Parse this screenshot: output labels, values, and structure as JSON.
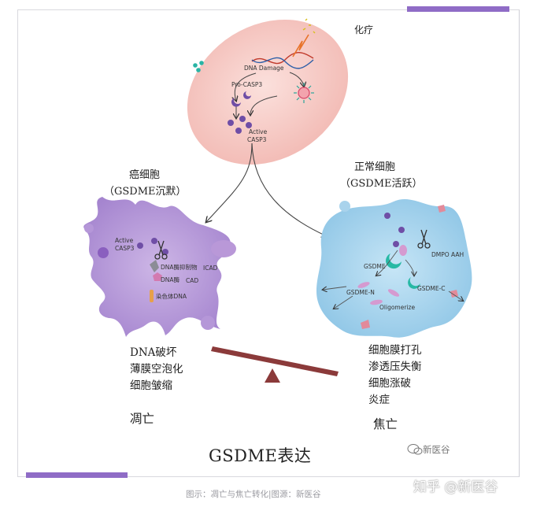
{
  "chemo": {
    "title": "化疗",
    "dna_damage": "DNA Damage",
    "pro_casp3": "Pro-CASP3",
    "active_casp3_line1": "Active",
    "active_casp3_line2": "CASP3"
  },
  "cancer_cell": {
    "title_line1": "癌细胞",
    "title_line2": "（GSDME沉默）",
    "active_line1": "Active",
    "active_line2": "CASP3",
    "dna_inhibitor": "DNA酶抑制物",
    "icad": "ICAD",
    "dnase": "DNA酶",
    "cad": "CAD",
    "chromosome_dna": "染色体DNA",
    "effects": [
      "DNA破坏",
      "薄膜空泡化",
      "细胞皱缩"
    ],
    "outcome": "凋亡"
  },
  "normal_cell": {
    "title_line1": "正常细胞",
    "title_line2": "（GSDME活跃）",
    "gsdme": "GSDME",
    "dmpo_aah": "DMPO AAH",
    "gsdme_n": "GSDME-N",
    "gsdme_c": "GSDME-C",
    "oligomerize": "Oligomerize",
    "effects": [
      "细胞膜打孔",
      "渗透压失衡",
      "细胞涨破",
      "炎症"
    ],
    "outcome": "焦亡"
  },
  "balance_label": "GSDME表达",
  "caption": "图示：凋亡与焦亡转化|图源：新医谷",
  "watermark_inner": "新医谷",
  "watermark_main": "知乎 @新医谷",
  "colors": {
    "accent_bar": "#8f6cc6",
    "chemo_oval": "#f6c8c4",
    "cancer_cell": "#b79ad6",
    "normal_cell": "#a9d3ec",
    "balance": "#8b3a3a"
  }
}
